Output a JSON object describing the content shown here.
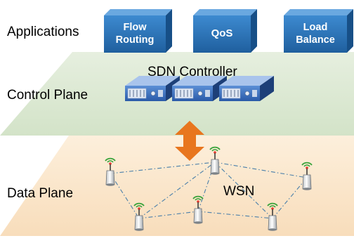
{
  "layers": {
    "applications": "Applications",
    "control_plane": "Control Plane",
    "data_plane": "Data Plane"
  },
  "apps": [
    {
      "line1": "Flow",
      "line2": "Routing"
    },
    {
      "line1": "QoS",
      "line2": ""
    },
    {
      "line1": "Load",
      "line2": "Balance"
    }
  ],
  "controller_label": "SDN Controller",
  "network_label": "WSN",
  "colors": {
    "control_plane": "#dbe8d2",
    "data_plane": "#fbe6cc",
    "app_box": "#2e75b6",
    "arrow": "#e8761e",
    "links": "#4a7faa"
  },
  "icons": {
    "server": "rack-server-icon",
    "node": "wireless-sensor-node-icon"
  }
}
